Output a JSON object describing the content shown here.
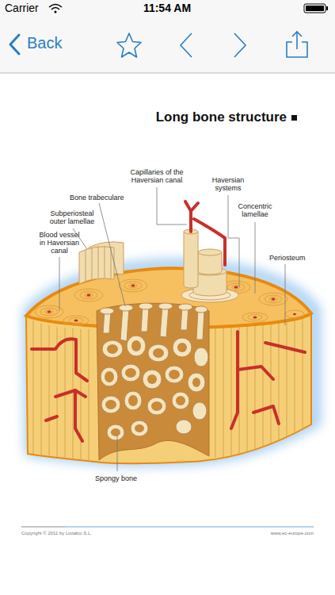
{
  "diagram": {
    "title": "Long bone structure",
    "labels": [
      "Carrier",
      "11:54 AM",
      "Back",
      "Capillaries of the Haversian canal",
      "Haversian systems",
      "Bone trabeculare",
      "Subperiosteal outer lamellae",
      "Concentric lamellae",
      "Blood vessel in Haversian canal",
      "Periosteum",
      "Spongy bone",
      "Copyright © 2011 by Liotalco S.L.",
      "www.ec-europe.com"
    ]
  }
}
